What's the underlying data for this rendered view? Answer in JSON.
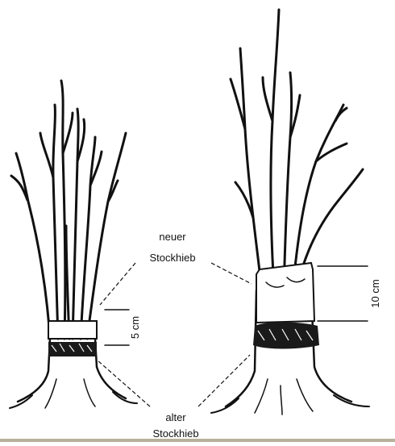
{
  "labels": {
    "new_cut_line1": "neuer",
    "new_cut_line2": "Stockhieb",
    "old_cut_line1": "alter",
    "old_cut_line2": "Stockhieb",
    "left_dimension": "5 cm",
    "right_dimension": "10 cm"
  },
  "colors": {
    "ink": "#111111",
    "paper": "#ffffff"
  }
}
